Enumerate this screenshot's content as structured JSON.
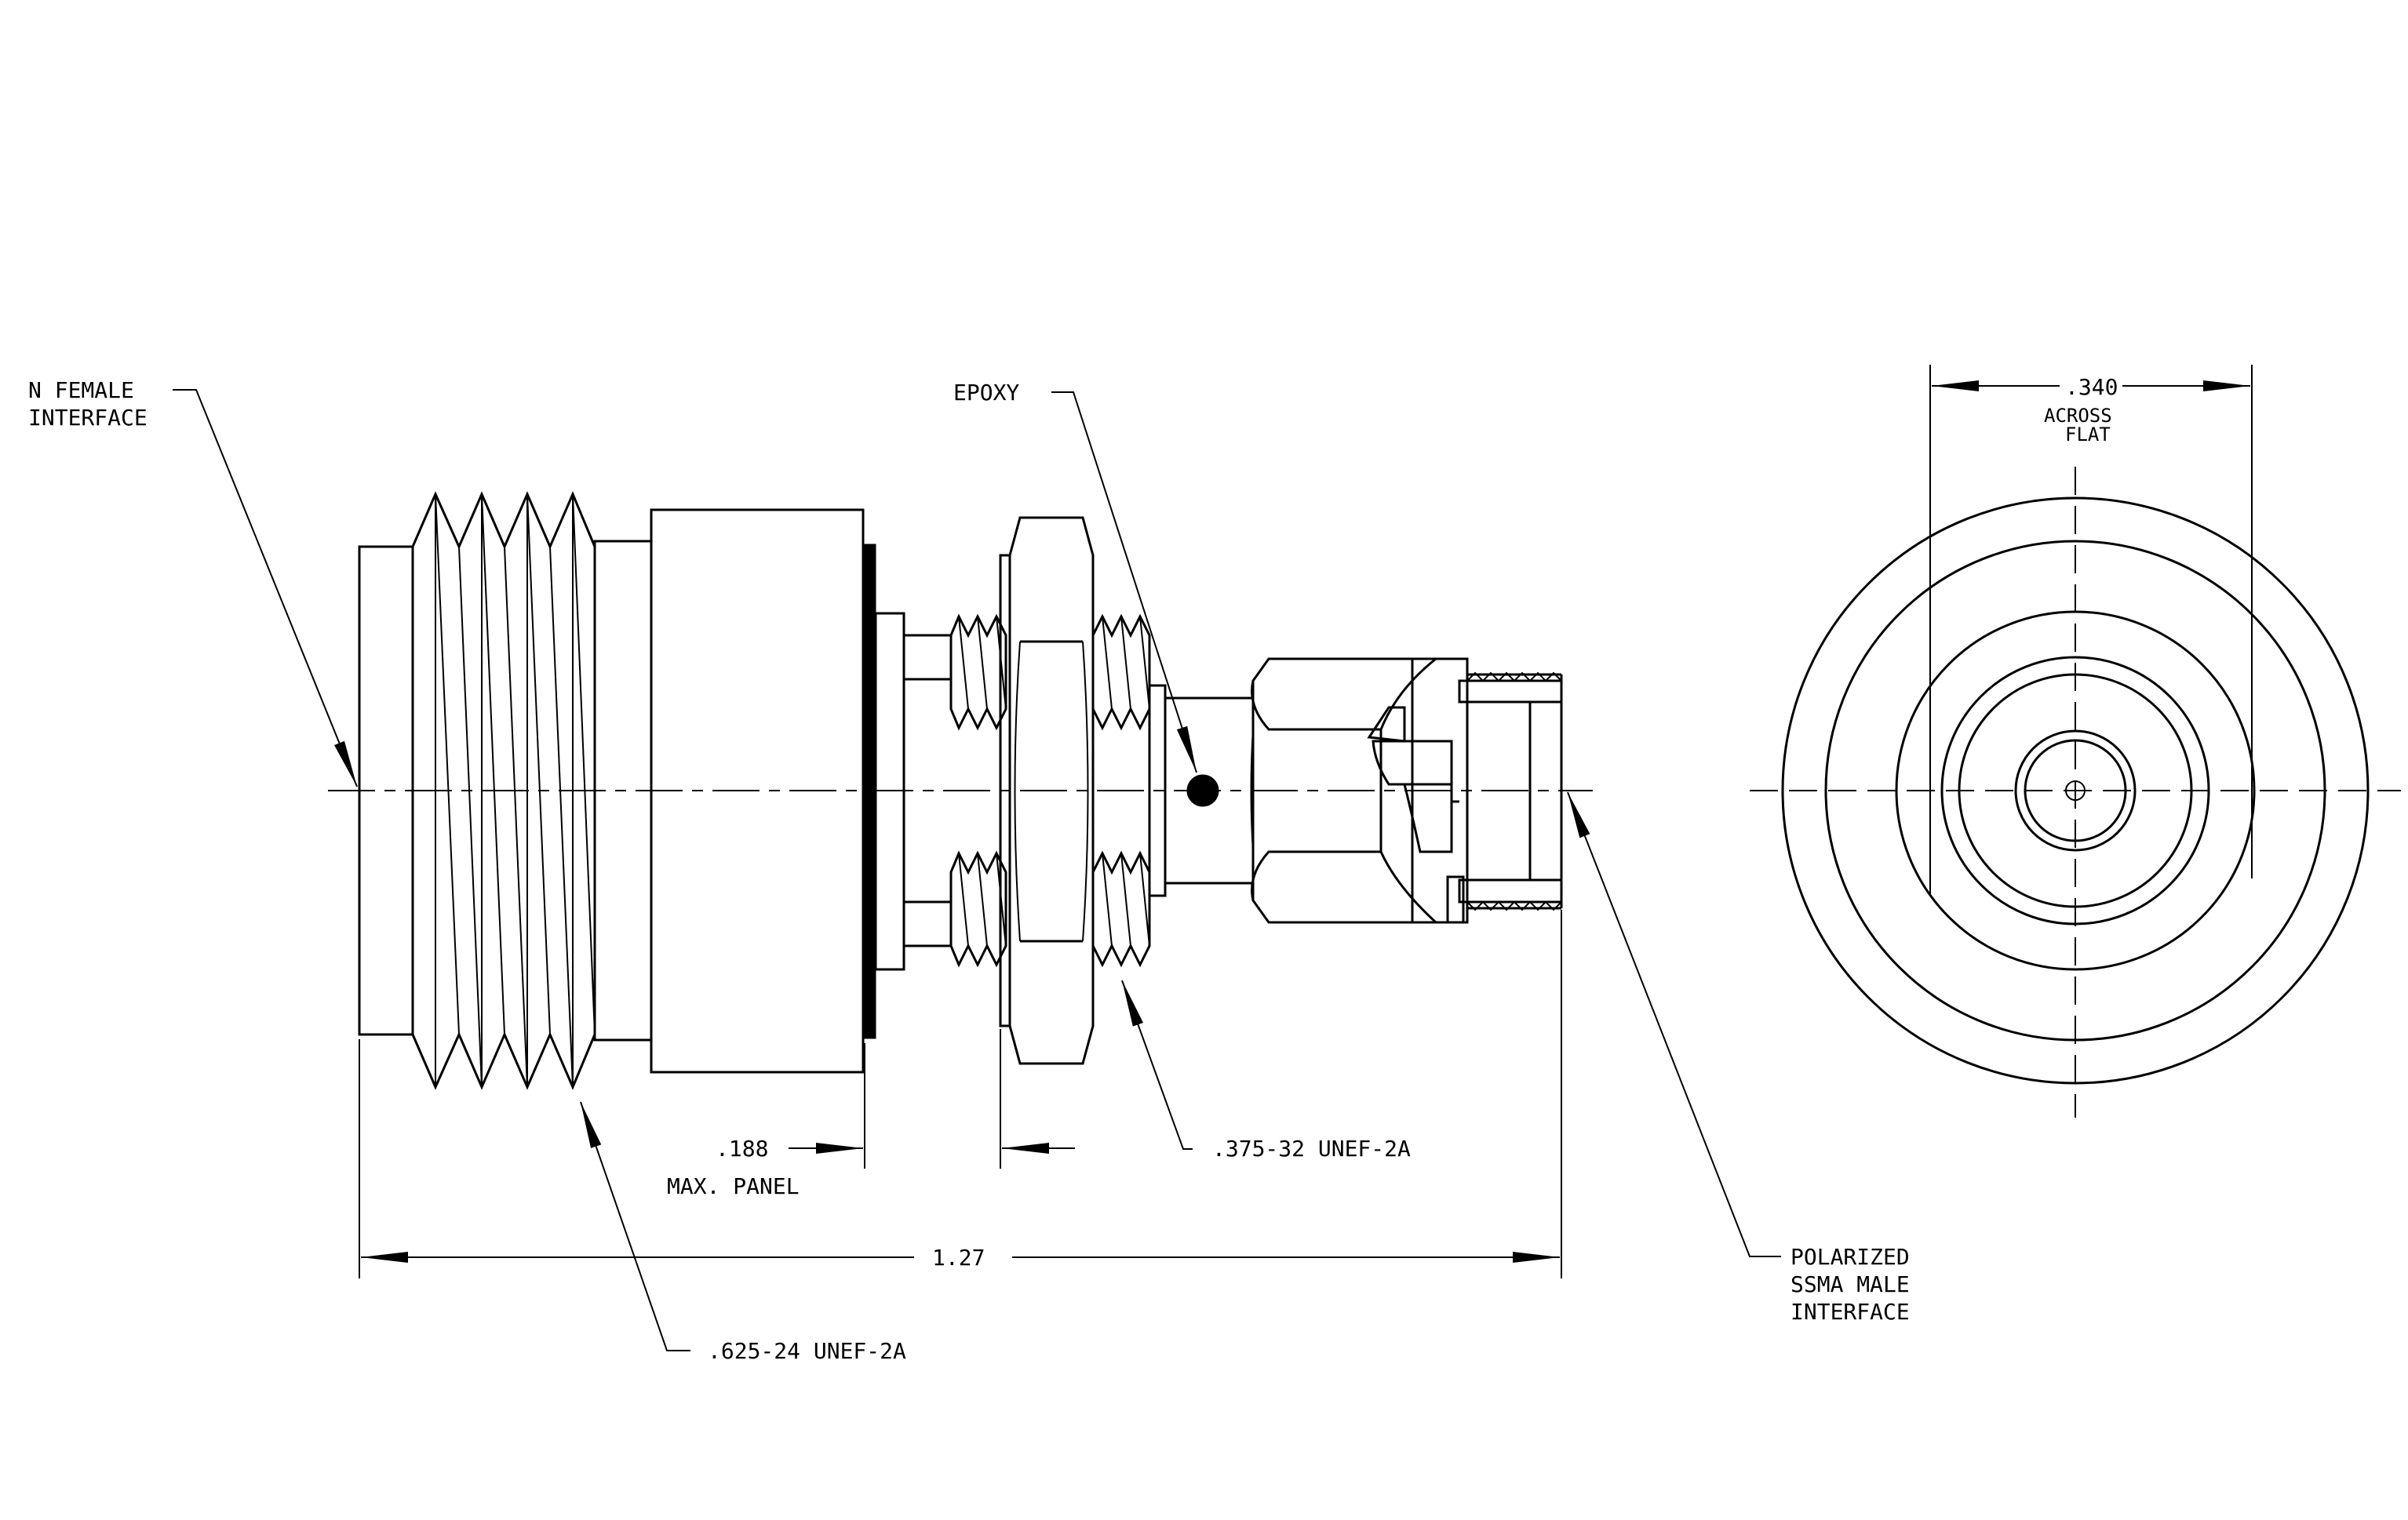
{
  "colors": {
    "ink": "#000000",
    "paper": "#ffffff"
  },
  "labels": {
    "n_female_line1": "N FEMALE",
    "n_female_line2": "INTERFACE",
    "epoxy": "EPOXY",
    "dim_panel": ".188",
    "max_panel": "MAX. PANEL",
    "thread_small": ".375-32 UNEF-2A",
    "thread_large": ".625-24 UNEF-2A",
    "overall_length": "1.27",
    "polarized_line1": "POLARIZED",
    "polarized_line2": "SSMA MALE",
    "polarized_line3": "INTERFACE",
    "across_flat_dim": ".340",
    "across_flat_line1": "ACROSS",
    "across_flat_line2": "FLAT"
  }
}
